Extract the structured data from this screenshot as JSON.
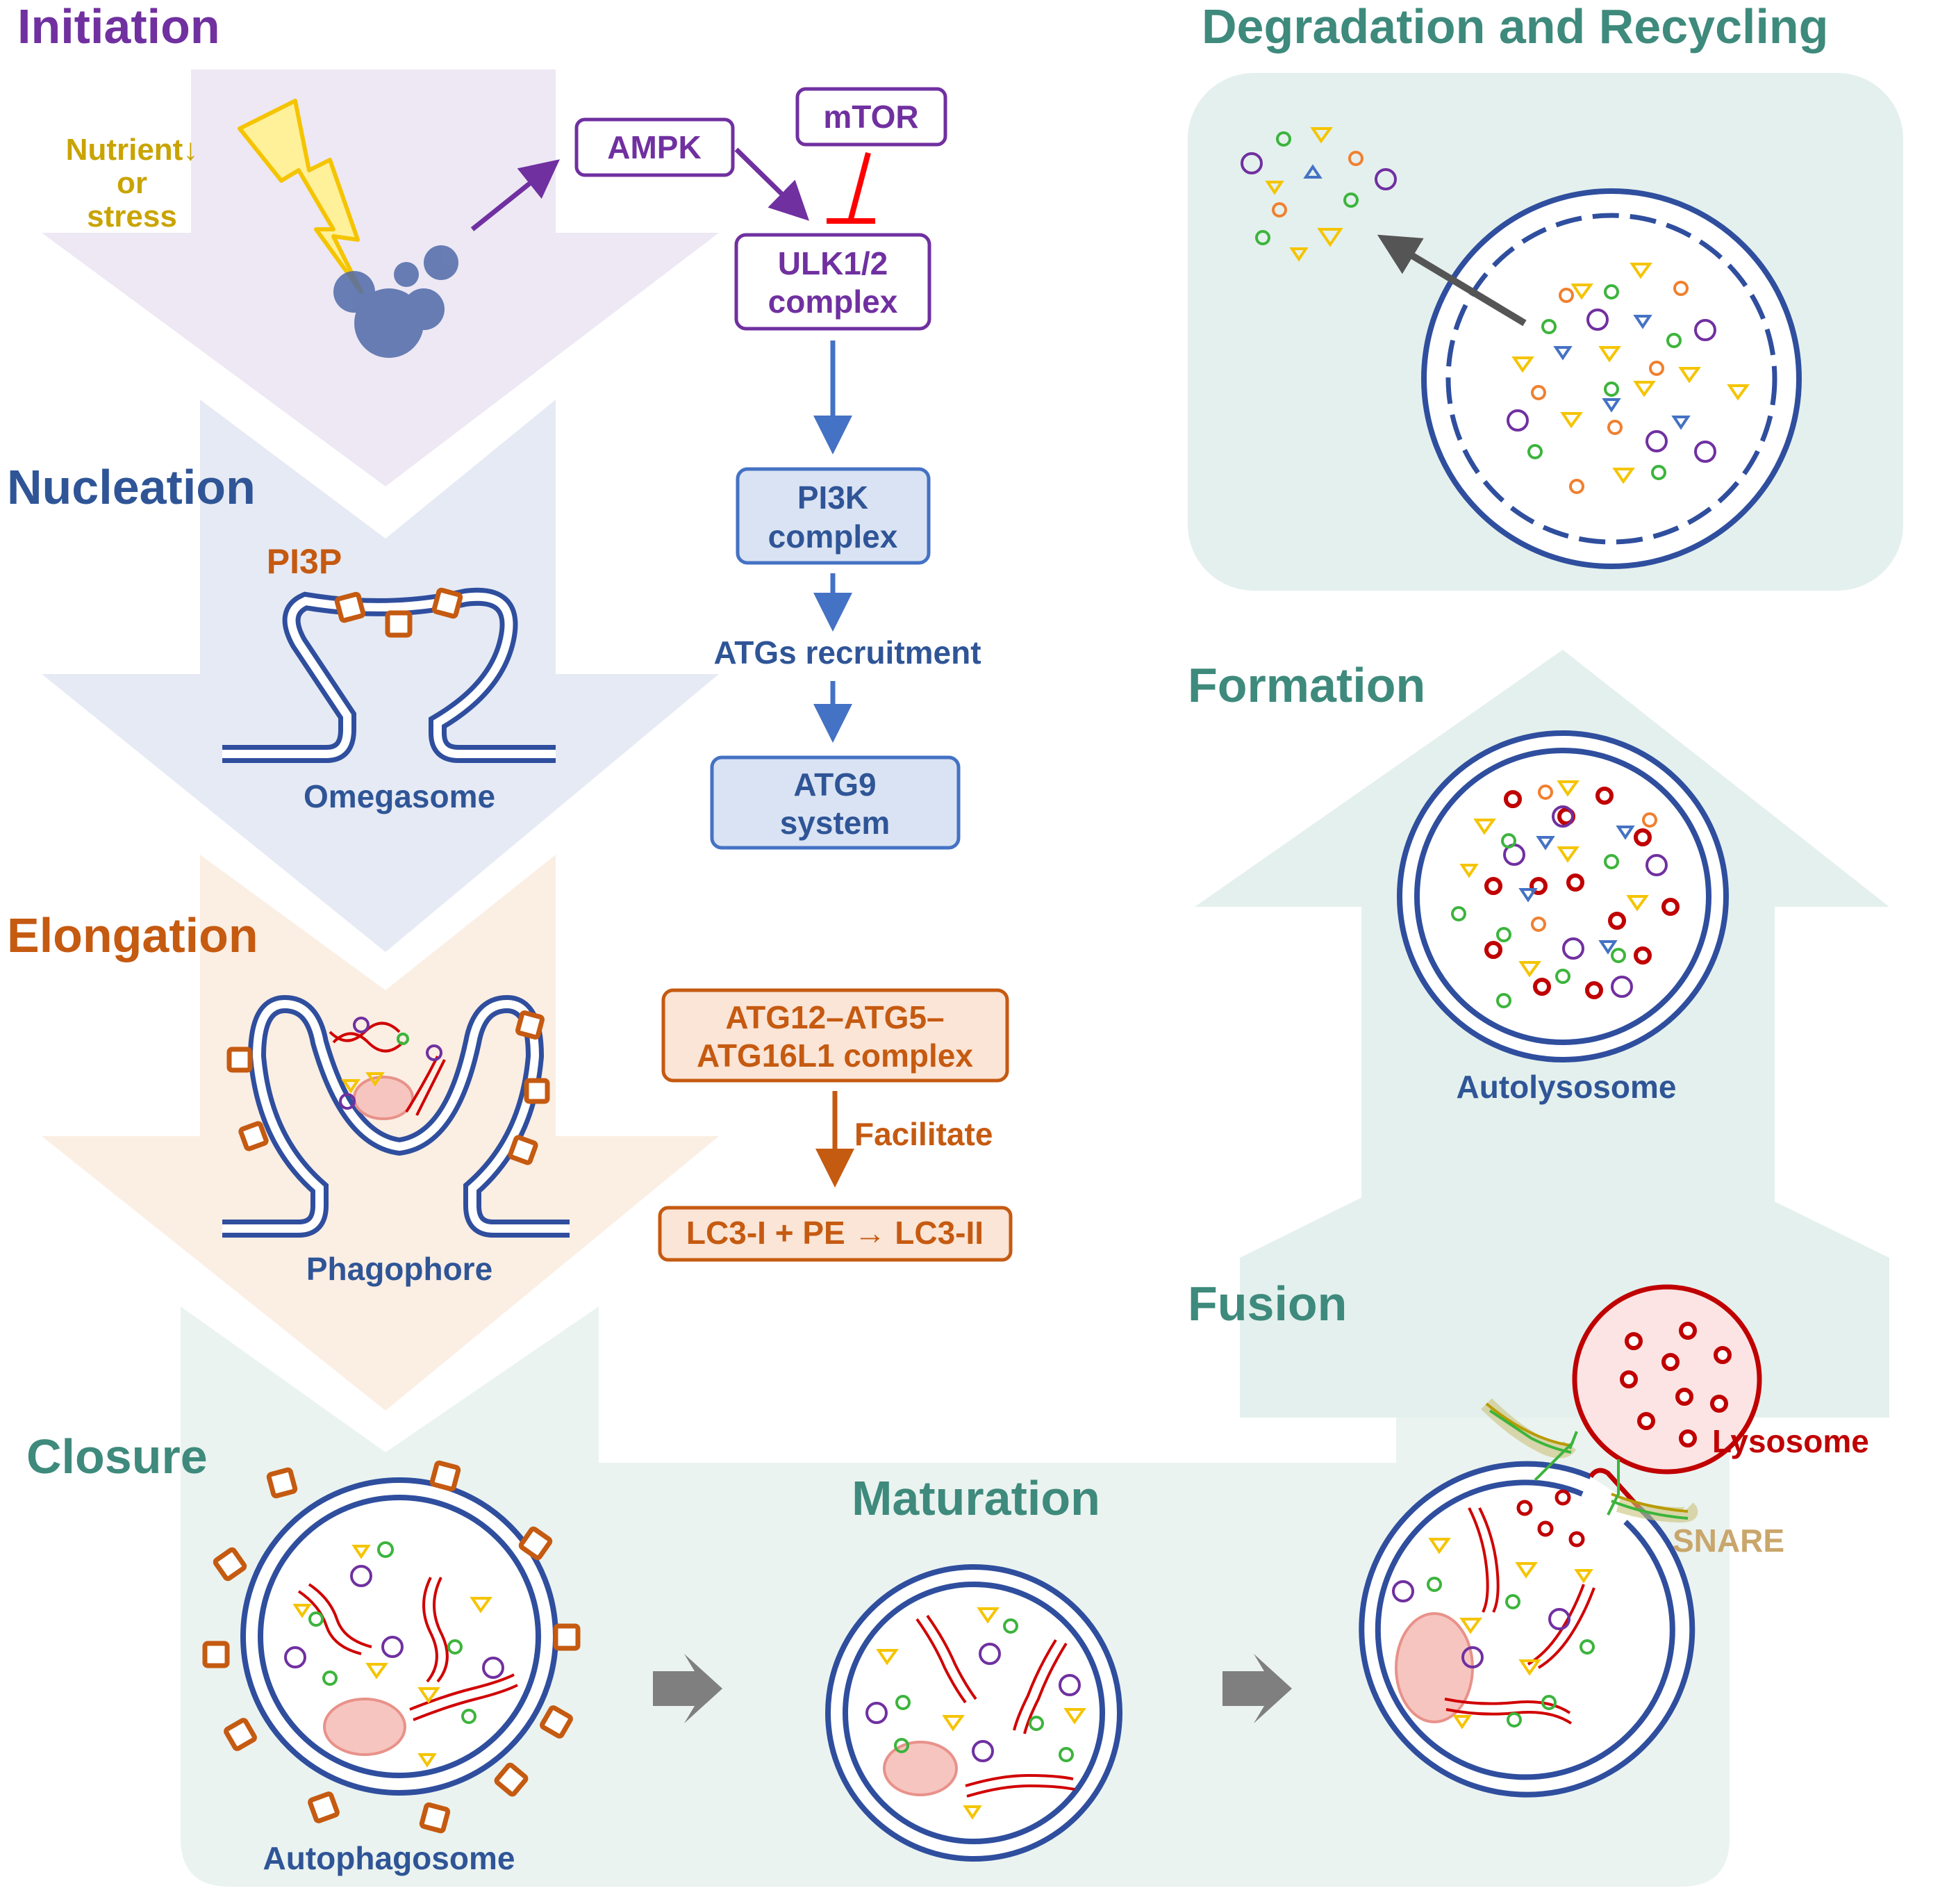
{
  "stages": {
    "initiation": "Initiation",
    "nucleation": "Nucleation",
    "elongation": "Elongation",
    "closure": "Closure",
    "maturation": "Maturation",
    "fusion": "Fusion",
    "formation": "Formation",
    "degradation": "Degradation and Recycling"
  },
  "initiation": {
    "nutrient_line1": "Nutrient↓",
    "nutrient_line2": "or",
    "nutrient_line3": "stress"
  },
  "boxes": {
    "ampk": "AMPK",
    "mtor": "mTOR",
    "ulk_line1": "ULK1/2",
    "ulk_line2": "complex",
    "pi3k_line1": "PI3K",
    "pi3k_line2": "complex",
    "atgs_recruitment": "ATGs recruitment",
    "atg9_line1": "ATG9",
    "atg9_line2": "system",
    "atg12_line1": "ATG12–ATG5–",
    "atg12_line2": "ATG16L1 complex",
    "facilitate": "Facilitate",
    "lc3": "LC3-I + PE → LC3-II"
  },
  "labels": {
    "pi3p": "PI3P",
    "omegasome": "Omegasome",
    "phagophore": "Phagophore",
    "autophagosome": "Autophagosome",
    "autolysosome": "Autolysosome",
    "lysosome": "Lysosome",
    "snare": "SNARE"
  },
  "colors": {
    "purple": "#7030A0",
    "blue": "#2F5597",
    "orange": "#C55A11",
    "teal": "#3E8A7C",
    "red": "#C00000",
    "gold": "#C9A400",
    "membrane": "#2F4E9E"
  }
}
